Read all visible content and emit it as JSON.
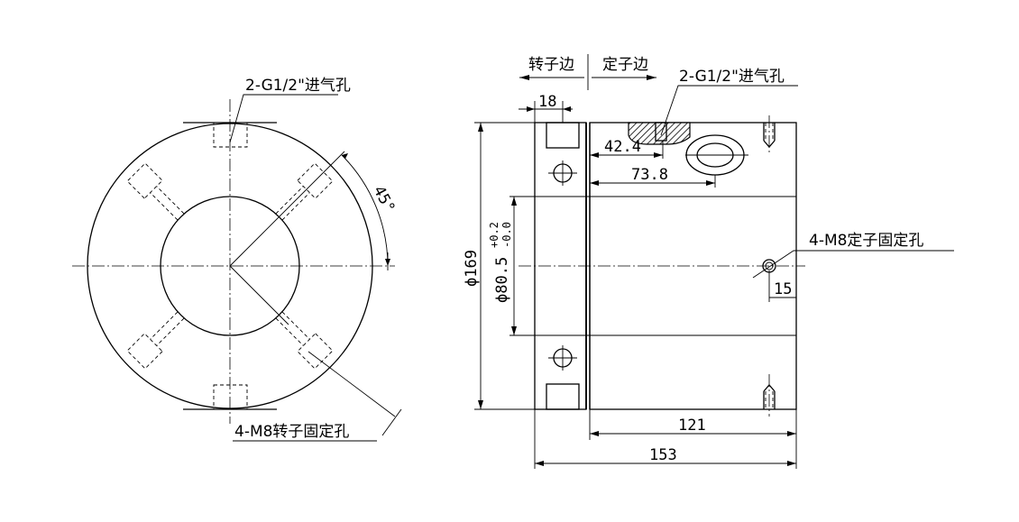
{
  "front_view": {
    "inlet_label": "2-G1/2\"进气孔",
    "angle_label": "45°",
    "rotor_hole_label": "4-M8转子固定孔"
  },
  "side_view": {
    "rotor_side": "转子边",
    "stator_side": "定子边",
    "inlet_label": "2-G1/2\"进气孔",
    "stator_hole_label": "4-M8定子固定孔",
    "dim_18": "18",
    "dim_42_4": "42.4",
    "dim_73_8": "73.8",
    "dim_169": "ϕ169",
    "dim_80_5": "ϕ80.5",
    "tol_upper": "+0.2",
    "tol_lower": "-0.0",
    "dim_15": "15",
    "dim_121": "121",
    "dim_153": "153"
  }
}
